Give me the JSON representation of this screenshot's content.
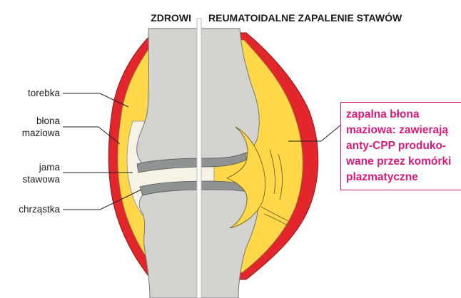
{
  "header": {
    "left": "ZDROWI",
    "right": "REUMATOIDALNE ZAPALENIE STAWÓW"
  },
  "labels": {
    "capsule": "torebka",
    "synovium_line1": "błona",
    "synovium_line2": "maziowa",
    "cavity_line1": "jama",
    "cavity_line2": "stawowa",
    "cartilage": "chrząstka"
  },
  "callout": {
    "text": "zapalna błona\nmaziowa: zawierają\nanty-CPP produko-\nwane przez komórki\nplazmatyczne"
  },
  "colors": {
    "capsule": "#e2262c",
    "synovium": "#ffd84a",
    "bone": "#d3d4d0",
    "cartilage": "#8f9394",
    "cavity": "#f7f2e6",
    "callout": "#d81b7a",
    "divider": "#b9b9b9"
  }
}
